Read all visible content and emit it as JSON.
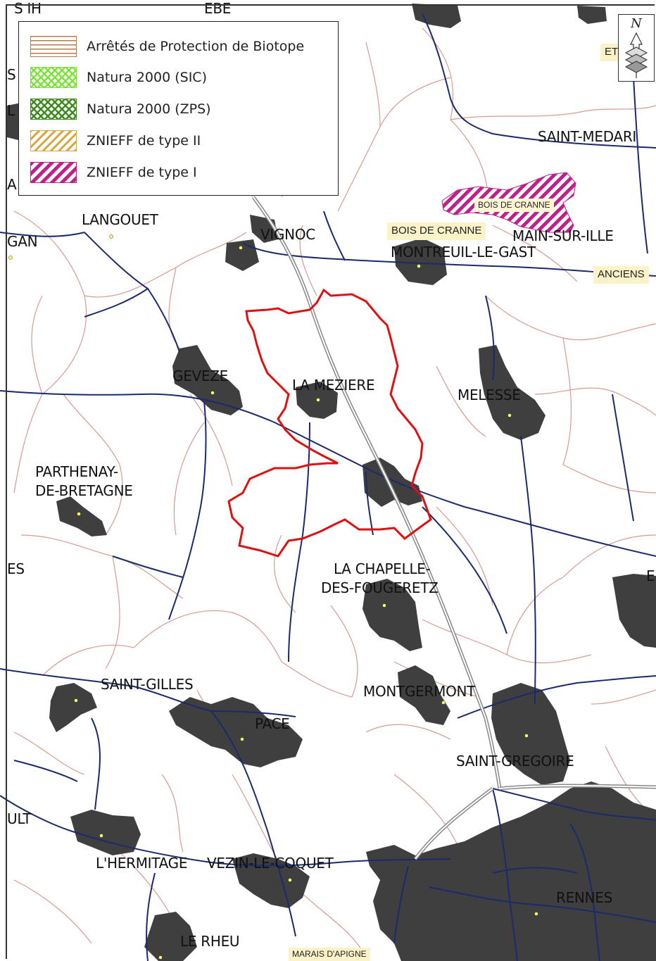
{
  "legend": {
    "items": [
      {
        "label": "Arrêtés de Protection de Biotope",
        "color": "#b87a50"
      },
      {
        "label": "Natura 2000 (SIC)",
        "color": "#7de23a"
      },
      {
        "label": "Natura 2000 (ZPS)",
        "color": "#3d8a1c"
      },
      {
        "label": "ZNIEFF de type II",
        "color": "#d8a640"
      },
      {
        "label": "ZNIEFF de type I",
        "color": "#c0208a"
      }
    ]
  },
  "north_arrow": {
    "letter": "N",
    "icon": "north-arrow-icon"
  },
  "colors": {
    "urban": "#3f3f3f",
    "study_area": "#dd1111",
    "roads": "#1b2a6e",
    "communal_boundaries": "#d89a90",
    "motorway": "#888888",
    "znieff_type_1": "#c0208a"
  },
  "towns": {
    "langouet": "LANGOUET",
    "gan": "GAN",
    "vignoc": "VIGNOC",
    "montreuil": "MONTREUIL-LE-GAST",
    "main_sur_ille": "MAIN-SUR-ILLE",
    "saint_medard": "SAINT-MEDARI",
    "geveze": "GEVEZE",
    "la_meziere": "LA MEZIERE",
    "melesse": "MELESSE",
    "parthenay_1": "PARTHENAY-",
    "parthenay_2": "DE-BRETAGNE",
    "la_chapelle_1": "LA CHAPELLE-",
    "la_chapelle_2": "DES-FOUGERETZ",
    "saint_gilles": "SAINT-GILLES",
    "montgermont": "MONTGERMONT",
    "pace": "PACE",
    "saint_gregoire": "SAINT-GREGOIRE",
    "hermitage": "L'HERMITAGE",
    "vezin": "VEZIN-LE-COQUET",
    "rennes": "RENNES",
    "le_rheu": "LE RHEU",
    "edge_ult": "ULT",
    "edge_es": "ES",
    "edge_s": "S",
    "edge_l": "L",
    "edge_a": "A",
    "edge_ih": "S IH",
    "edge_ebe": "EBE",
    "edge_e": "E"
  },
  "sites": {
    "bois_de_cranne_small": "BOIS DE CRANNE",
    "bois_de_cranne_large": "BOIS DE CRANNE",
    "anciens": "ANCIENS",
    "marais": "MARAIS D'APIGNE",
    "et": "ET"
  }
}
